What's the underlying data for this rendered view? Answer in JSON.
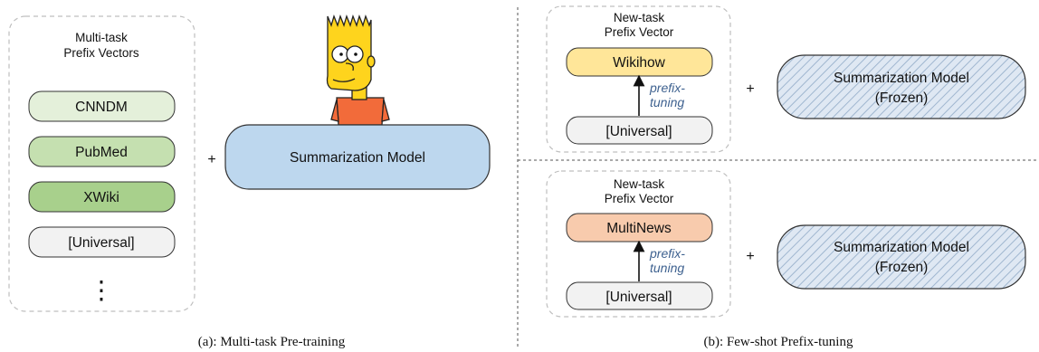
{
  "panel_a": {
    "header_line1": "Multi-task",
    "header_line2": "Prefix Vectors",
    "prefixes": [
      {
        "label": "CNNDM",
        "color": "#e4f0da"
      },
      {
        "label": "PubMed",
        "color": "#c5e0b0"
      },
      {
        "label": "XWiki",
        "color": "#a8d08c"
      },
      {
        "label": "[Universal]",
        "color": "#f2f2f2"
      }
    ],
    "ellipsis": "⋮",
    "plus": "+",
    "model_label": "Summarization Model",
    "model_color": "#bdd7ee",
    "caption": "(a): Multi-task Pre-training",
    "character": "cartoon-boy-character"
  },
  "panel_b": {
    "top": {
      "header_line1": "New-task",
      "header_line2": "Prefix Vector",
      "task_label": "Wikihow",
      "task_color": "#ffe699",
      "universal_label": "[Universal]",
      "arrow_line1": "prefix-",
      "arrow_line2": "tuning",
      "plus": "+",
      "model_line1": "Summarization Model",
      "model_line2": "(Frozen)"
    },
    "bottom": {
      "header_line1": "New-task",
      "header_line2": "Prefix Vector",
      "task_label": "MultiNews",
      "task_color": "#f8cbad",
      "universal_label": "[Universal]",
      "arrow_line1": "prefix-",
      "arrow_line2": "tuning",
      "plus": "+",
      "model_line1": "Summarization Model",
      "model_line2": "(Frozen)"
    },
    "caption": "(b): Few-shot Prefix-tuning"
  }
}
